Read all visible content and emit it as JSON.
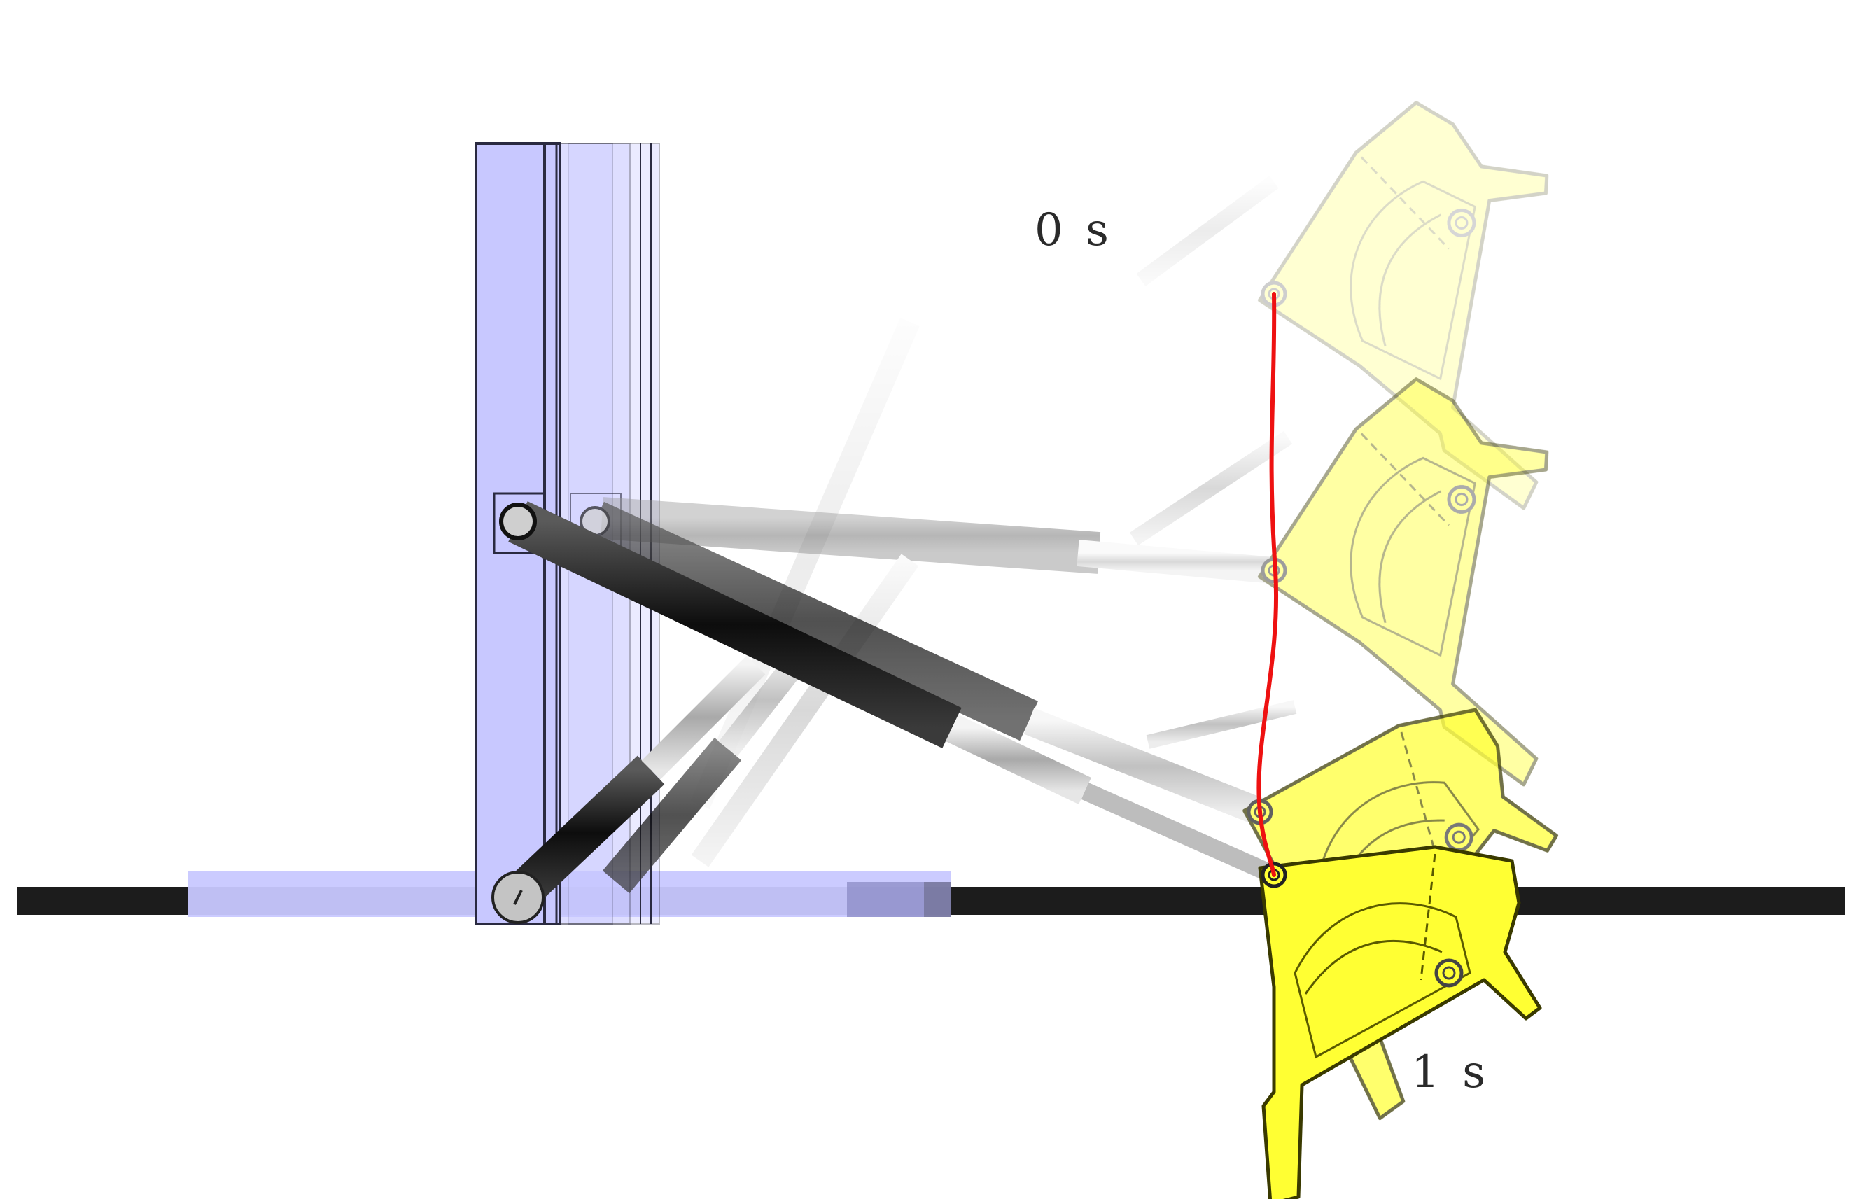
{
  "labels": {
    "start_time": "0 s",
    "end_time": "1 s"
  },
  "colors": {
    "bucket": "#ffff33",
    "bucket_outline": "#3a3a00",
    "frame": "#c8c8ff",
    "frame_outline": "#2a2a40",
    "ground": "#1c1c1c",
    "lift_cylinder": "#111111",
    "tilt_cylinder": "#111111",
    "rod": "#cfcfcf",
    "trajectory": "#ee1111"
  },
  "snapshots": [
    {
      "time_fraction": 0.0,
      "opacity": 0.28
    },
    {
      "time_fraction": 0.33,
      "opacity": 0.5
    },
    {
      "time_fraction": 0.66,
      "opacity": 0.75
    },
    {
      "time_fraction": 1.0,
      "opacity": 1.0
    }
  ]
}
